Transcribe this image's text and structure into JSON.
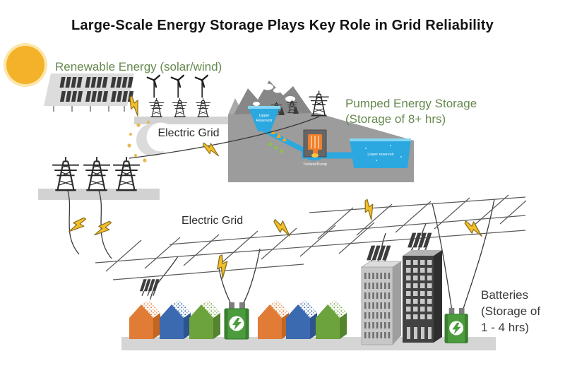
{
  "title": "Large-Scale Energy Storage Plays Key Role in Grid Reliability",
  "labels": {
    "renewable_energy": "Renewable Energy (solar/wind)",
    "pumped_storage_line1": "Pumped Energy Storage",
    "pumped_storage_line2": "(Storage of 8+ hrs)",
    "electric_grid_upper": "Electric Grid",
    "electric_grid_lower": "Electric Grid",
    "batteries_line1": "Batteries",
    "batteries_line2": "(Storage of",
    "batteries_line3": "1 - 4 hrs)",
    "upper_reservoir_line1": "Upper",
    "upper_reservoir_line2": "Reservoir",
    "lower_reservoir": "Lower reservoir",
    "turbine_pump": "Turbine/Pump"
  },
  "colors": {
    "title_text": "#141414",
    "green_label": "#66894f",
    "sun": "#f3b229",
    "water_blue": "#2ca8e0",
    "terrain_gray": "#9c9c9c",
    "platform_gray": "#d4d4d4",
    "lightning_yellow": "#f2bf2a",
    "house_orange": "#e07c35",
    "house_blue": "#3c6ab0",
    "house_green": "#6ca33d",
    "battery_green": "#4c9c3e",
    "building_light": "#c7c7c7",
    "building_dark": "#424242",
    "turbine_orange": "#f07f2a"
  }
}
